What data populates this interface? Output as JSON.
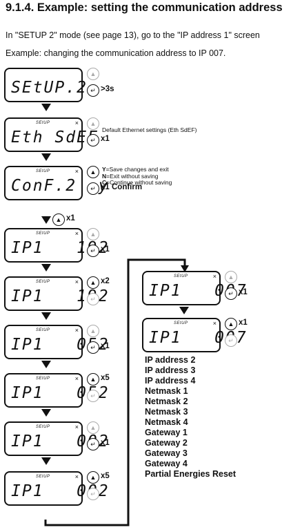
{
  "title": "9.1.4. Example: setting the communication address",
  "intro1": "In \"SETUP 2\" mode (see page 13), go to the \"IP address 1\" screen",
  "intro2": "Example: changing the communication address to IP 007.",
  "steps": [
    {
      "display": "SEtUP.2",
      "tag": "",
      "x": "",
      "key_label": ">3s",
      "note": ""
    },
    {
      "display": "Eth SdEF",
      "tag": "SEtUP",
      "x": "×",
      "key_label": "x1",
      "note": "Default Ethernet settings (Eth SdEF)"
    },
    {
      "display": "ConF.2  y",
      "tag": "SEtUP",
      "x": "×",
      "key_label": "x1 Confirm",
      "note": ""
    },
    {
      "display": "IP1   192",
      "tag": "SEtUP",
      "x": "×",
      "key_label": "x1"
    },
    {
      "display": "IP1   192",
      "tag": "SEtUP",
      "x": "×",
      "key_label": "x2"
    },
    {
      "display": "IP1   052",
      "tag": "SEtUP",
      "x": "×",
      "key_label": "x1"
    },
    {
      "display": "IP1   052",
      "tag": "SEtUP",
      "x": "×",
      "key_label": "x5"
    },
    {
      "display": "IP1   002",
      "tag": "SEtUP",
      "x": "×",
      "key_label": "x1"
    },
    {
      "display": "IP1   002",
      "tag": "SEtUP",
      "x": "×",
      "key_label": "x5"
    },
    {
      "display": "IP1   007",
      "tag": "SEtUP",
      "x": "×",
      "key_label": "x1"
    },
    {
      "display": "IP1   007",
      "tag": "SEtUP",
      "x": "×",
      "key_label": "x1"
    }
  ],
  "confirm_options": [
    {
      "key": "Y",
      "text": "=Save changes and exit"
    },
    {
      "key": "N",
      "text": "=Exit without saving"
    },
    {
      "key": "C",
      "text": "=Continue without saving"
    }
  ],
  "after_confirm_label": "x1",
  "icons": {
    "up": "up-arrow-button-icon",
    "enter": "enter-button-icon"
  },
  "next_screens": [
    "IP address 2",
    "IP address 3",
    "IP address 4",
    "Netmask 1",
    "Netmask 2",
    "Netmask 3",
    "Netmask 4",
    "Gateway 1",
    "Gateway 2",
    "Gateway 3",
    "Gateway 4",
    "Partial Energies Reset"
  ]
}
